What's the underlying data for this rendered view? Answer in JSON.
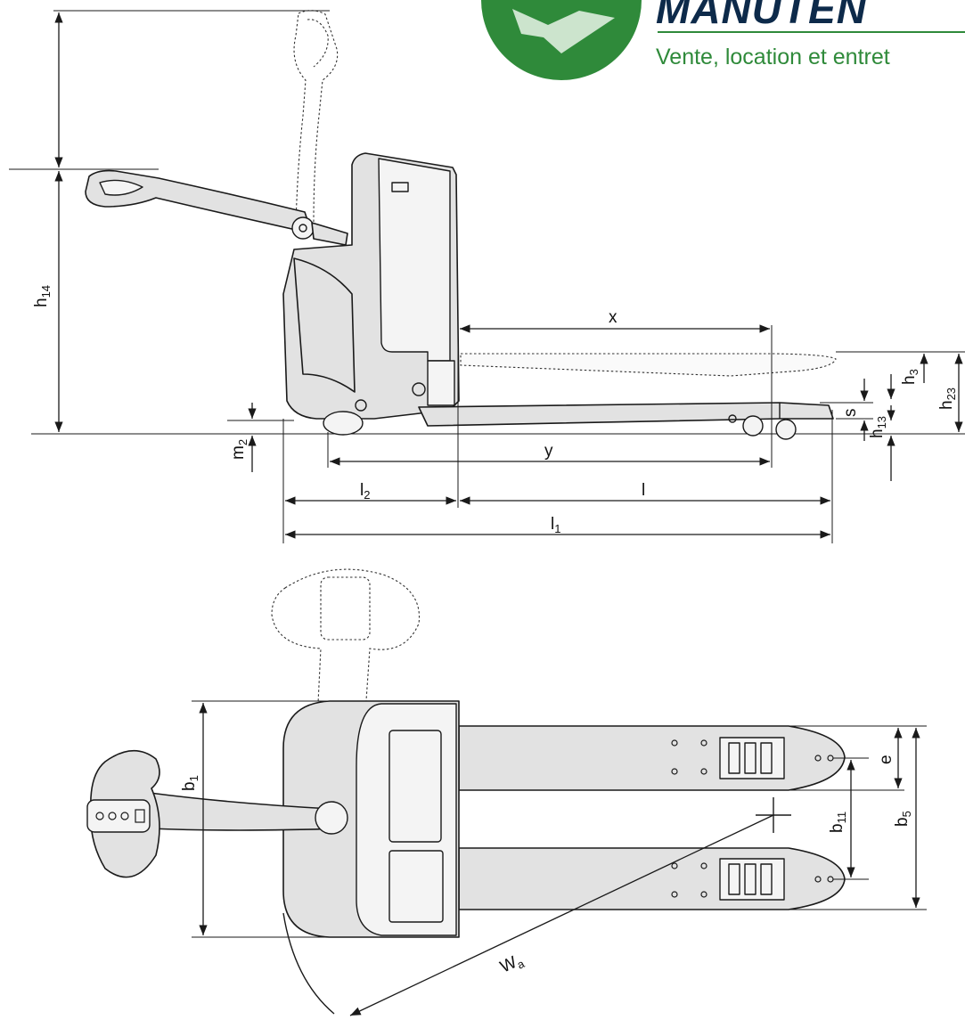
{
  "brand": {
    "name": "MANUTEN",
    "tagline": "Vente, location et entret",
    "color_green": "#2f8a3a",
    "color_dark": "#0d2a4a"
  },
  "side_view_labels": {
    "h14": {
      "main": "h",
      "sub": "14"
    },
    "x": {
      "main": "x",
      "sub": ""
    },
    "y": {
      "main": "y",
      "sub": ""
    },
    "h3": {
      "main": "h",
      "sub": "3"
    },
    "h23": {
      "main": "h",
      "sub": "23"
    },
    "s": {
      "main": "s",
      "sub": ""
    },
    "h13": {
      "main": "h",
      "sub": "13"
    },
    "m2": {
      "main": "m",
      "sub": "2"
    },
    "l2": {
      "main": "l",
      "sub": "2"
    },
    "l": {
      "main": "l",
      "sub": ""
    },
    "l1": {
      "main": "l",
      "sub": "1"
    }
  },
  "top_view_labels": {
    "b1": {
      "main": "b",
      "sub": "1"
    },
    "e": {
      "main": "e",
      "sub": ""
    },
    "b11": {
      "main": "b",
      "sub": "11"
    },
    "b5": {
      "main": "b",
      "sub": "5"
    },
    "wa": {
      "main": "W",
      "sub": "a"
    }
  }
}
